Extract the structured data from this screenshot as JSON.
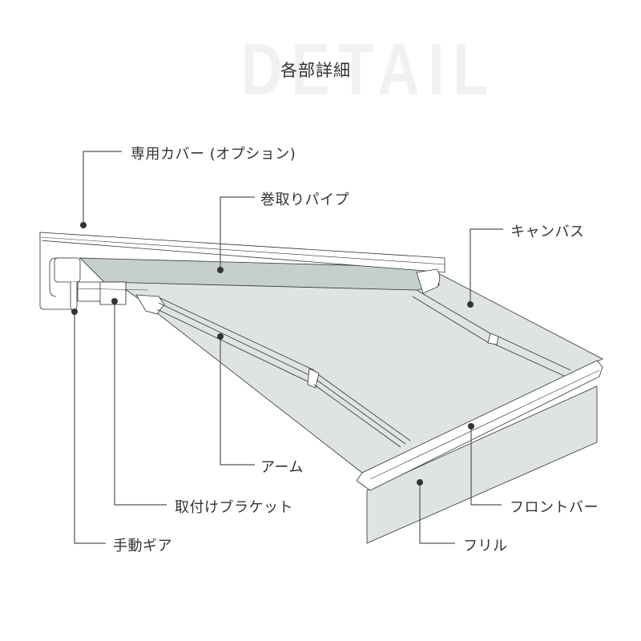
{
  "header": {
    "watermark": "DETAIL",
    "title": "各部詳細"
  },
  "labels": {
    "cover": "専用カバー (オプション)",
    "roller_pipe": "巻取りパイプ",
    "canvas": "キャンバス",
    "arm": "アーム",
    "bracket": "取付けブラケット",
    "manual_gear": "手動ギア",
    "front_bar": "フロントバー",
    "frill": "フリル"
  },
  "colors": {
    "canvas_fill": "#dfe4e3",
    "roller_fill": "#c5cfcd",
    "line": "#333333",
    "leader": "#555555",
    "watermark": "#f1f1f1"
  }
}
